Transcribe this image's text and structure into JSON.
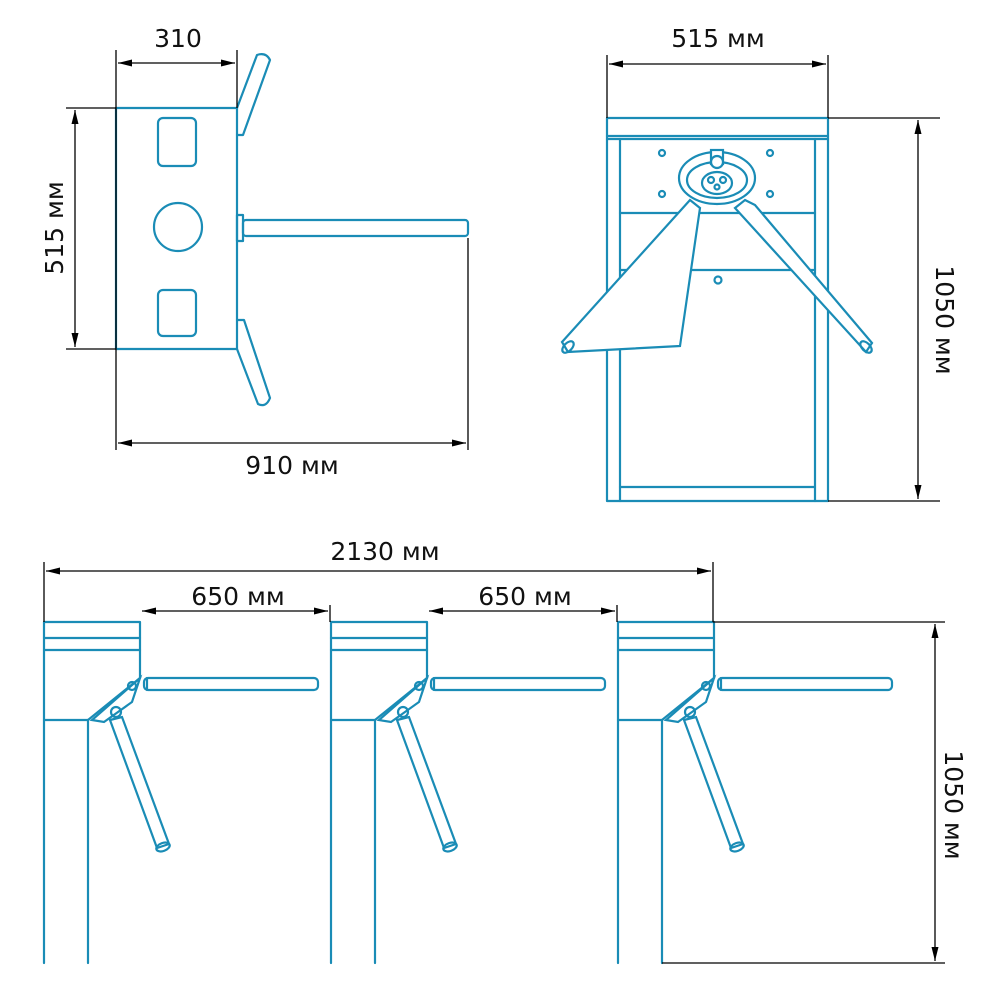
{
  "color": "#1a8cb6",
  "top_view": {
    "width_label": "310",
    "depth_label": "515 мм",
    "length_label": "910 мм"
  },
  "front_view": {
    "width_label": "515 мм",
    "height_label": "1050 мм"
  },
  "side_row": {
    "total_label": "2130 мм",
    "gap1_label": "650 мм",
    "gap2_label": "650 мм",
    "height_label": "1050 мм"
  }
}
